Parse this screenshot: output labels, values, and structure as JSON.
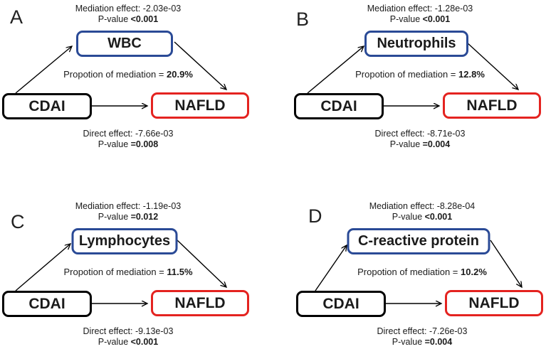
{
  "figure": {
    "colors": {
      "mediator_border": "#2a4a96",
      "outcome_border": "#e42320",
      "exposure_border": "#000000",
      "arrow": "#000000"
    },
    "panels": [
      {
        "letter": "A",
        "mediation_effect": "Mediation effect: -2.03e-03",
        "pvalue_prefix": "P-value ",
        "mediation_pvalue": "<0.001",
        "mediator": "WBC",
        "proportion_prefix": "Propotion of mediation = ",
        "proportion_value": "20.9%",
        "exposure": "CDAI",
        "outcome": "NAFLD",
        "direct_effect": "Direct effect: -7.66e-03",
        "direct_pvalue": "=0.008"
      },
      {
        "letter": "B",
        "mediation_effect": "Mediation effect: -1.28e-03",
        "pvalue_prefix": "P-value ",
        "mediation_pvalue": "<0.001",
        "mediator": "Neutrophils",
        "proportion_prefix": "Propotion of mediation = ",
        "proportion_value": "12.8%",
        "exposure": "CDAI",
        "outcome": "NAFLD",
        "direct_effect": "Direct effect: -8.71e-03",
        "direct_pvalue": "=0.004"
      },
      {
        "letter": "C",
        "mediation_effect": "Mediation effect: -1.19e-03",
        "pvalue_prefix": "P-value ",
        "mediation_pvalue": "=0.012",
        "mediator": "Lymphocytes",
        "proportion_prefix": "Propotion of mediation = ",
        "proportion_value": "11.5%",
        "exposure": "CDAI",
        "outcome": "NAFLD",
        "direct_effect": "Direct effect: -9.13e-03",
        "direct_pvalue": "<0.001"
      },
      {
        "letter": "D",
        "mediation_effect": "Mediation effect: -8.28e-04",
        "pvalue_prefix": "P-value ",
        "mediation_pvalue": "<0.001",
        "mediator": "C-reactive protein",
        "proportion_prefix": "Propotion of mediation = ",
        "proportion_value": "10.2%",
        "exposure": "CDAI",
        "outcome": "NAFLD",
        "direct_effect": "Direct effect: -7.26e-03",
        "direct_pvalue": "=0.004"
      }
    ]
  }
}
